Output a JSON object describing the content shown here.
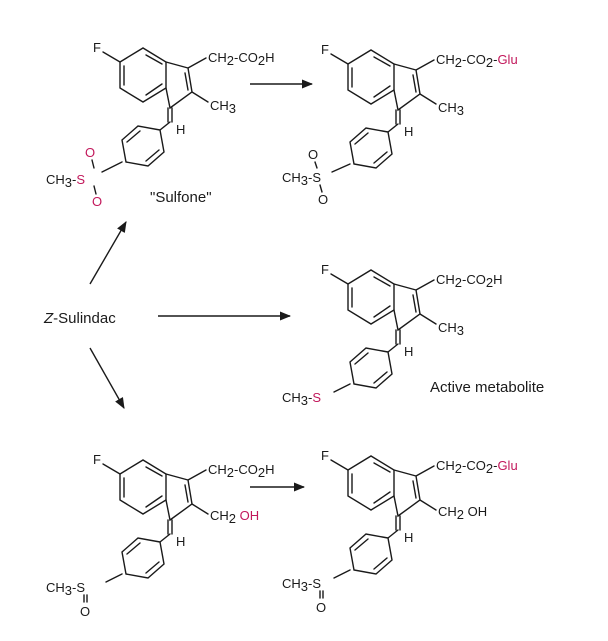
{
  "colors": {
    "ink": "#1a1a1a",
    "highlight": "#c2185b",
    "background": "#ffffff"
  },
  "parent": {
    "label_italic": "Z",
    "label_rest": "-Sulindac"
  },
  "labels": {
    "sulfone": "\"Sulfone\"",
    "active_metabolite": "Active metabolite"
  },
  "atoms": {
    "F": "F",
    "H": "H",
    "CH2": "CH",
    "sub2": "2",
    "sub3": "3",
    "CO2H_a": "-CO",
    "CO2H_b": "H",
    "CO2_glu_a": "-CO",
    "CO2_glu_b": "-",
    "Glu": "Glu",
    "CH3": "CH",
    "CH2OH_a": "CH",
    "OH": "OH",
    "S": "S",
    "O": "O",
    "CH3S_prefix": "CH",
    "dash": "-"
  }
}
